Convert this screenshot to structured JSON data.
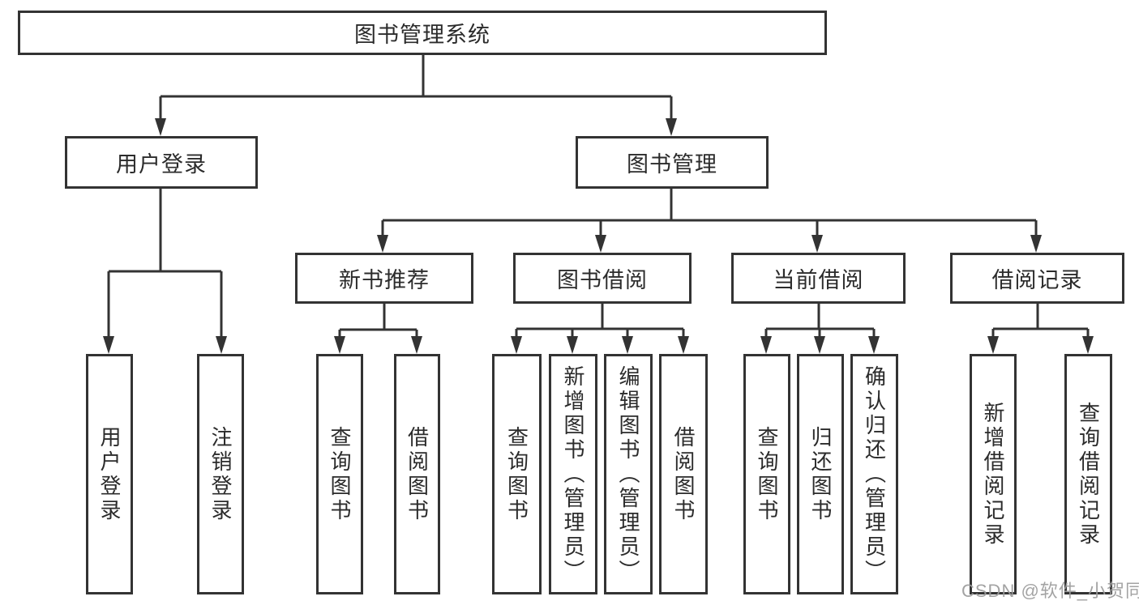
{
  "tree": {
    "root": "图书管理系统",
    "branches": [
      {
        "label": "用户登录",
        "children": [
          "用户登录",
          "注销登录"
        ]
      },
      {
        "label": "图书管理",
        "groups": [
          {
            "label": "新书推荐",
            "children": [
              "查询图书",
              "借阅图书"
            ]
          },
          {
            "label": "图书借阅",
            "children": [
              "查询图书",
              "新增图书（管理员）",
              "编辑图书（管理员）",
              "借阅图书"
            ]
          },
          {
            "label": "当前借阅",
            "children": [
              "查询图书",
              "归还图书",
              "确认归还（管理员）"
            ]
          },
          {
            "label": "借阅记录",
            "children": [
              "新增借阅记录",
              "查询借阅记录"
            ]
          }
        ]
      }
    ]
  },
  "watermark": {
    "text": "CSDN @软件_小贺同学",
    "color": "#9c9c9c"
  },
  "colors": {
    "line": "#333333",
    "text": "#2b2b2b",
    "background": "#ffffff"
  }
}
